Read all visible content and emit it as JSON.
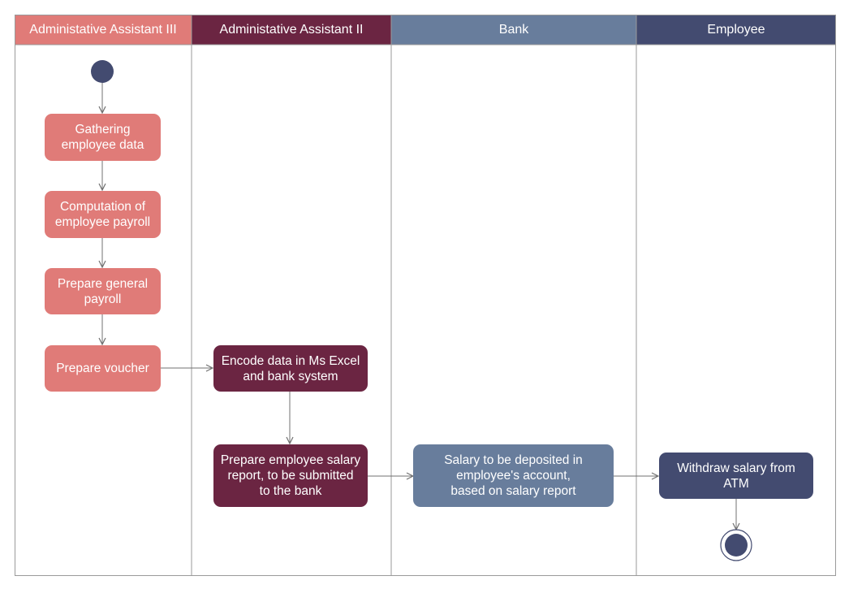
{
  "colors": {
    "lane1": "#e07b78",
    "lane2": "#6b2542",
    "lane3": "#687d9c",
    "lane4": "#434b70",
    "border": "#9a9a9a",
    "connector": "#707070",
    "start_end": "#434b70"
  },
  "lanes": [
    {
      "label": "Administative Assistant III"
    },
    {
      "label": "Administative Assistant II"
    },
    {
      "label": "Bank"
    },
    {
      "label": "Employee"
    }
  ],
  "activities": {
    "gathering": "Gathering\nemployee data",
    "computation": "Computation of\nemployee payroll",
    "general_payroll": "Prepare general\npayroll",
    "voucher": "Prepare voucher",
    "encode": "Encode data in Ms Excel\nand bank system",
    "salary_report": "Prepare employee salary\nreport, to be submitted\nto the bank",
    "deposit": "Salary to be deposited in\nemployee's account,\nbased on salary report",
    "withdraw": "Withdraw salary from\nATM"
  },
  "icons": {
    "start": "initial-node-icon",
    "end": "final-node-icon"
  }
}
